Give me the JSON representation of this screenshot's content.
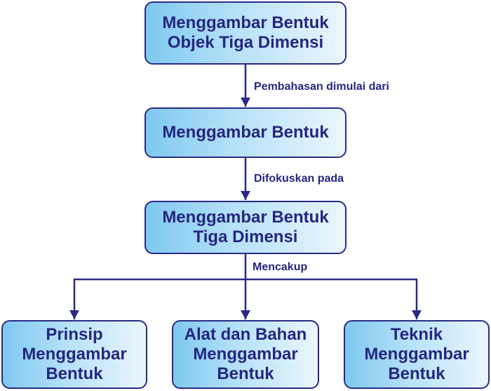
{
  "diagram": {
    "nodes": [
      {
        "label": "Menggambar Bentuk\nObjek Tiga Dimensi"
      },
      {
        "label": "Menggambar Bentuk"
      },
      {
        "label": "Menggambar Bentuk\nTiga Dimensi"
      },
      {
        "label": "Prinsip\nMenggambar\nBentuk"
      },
      {
        "label": "Alat dan Bahan\nMenggambar\nBentuk"
      },
      {
        "label": "Teknik\nMenggambar\nBentuk"
      }
    ],
    "edges": [
      {
        "label": "Pembahasan dimulai dari"
      },
      {
        "label": "Difokuskan pada"
      },
      {
        "label": "Mencakup"
      }
    ],
    "colors": {
      "text": "#262680",
      "border": "#2a2a86",
      "connector": "#2a2a86",
      "fill_start": "#7ec8f0",
      "fill_end": "#eaf6fd"
    }
  }
}
